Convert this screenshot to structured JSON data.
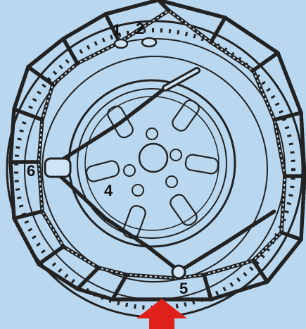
{
  "colors": {
    "background": "#b9d8f0",
    "line": "#222222",
    "arrow": "#e0201b"
  },
  "labels": {
    "one": "1",
    "two": "2",
    "four": "4",
    "five": "5",
    "six": "6"
  },
  "icons": {
    "arrow": "up-arrow-icon"
  }
}
